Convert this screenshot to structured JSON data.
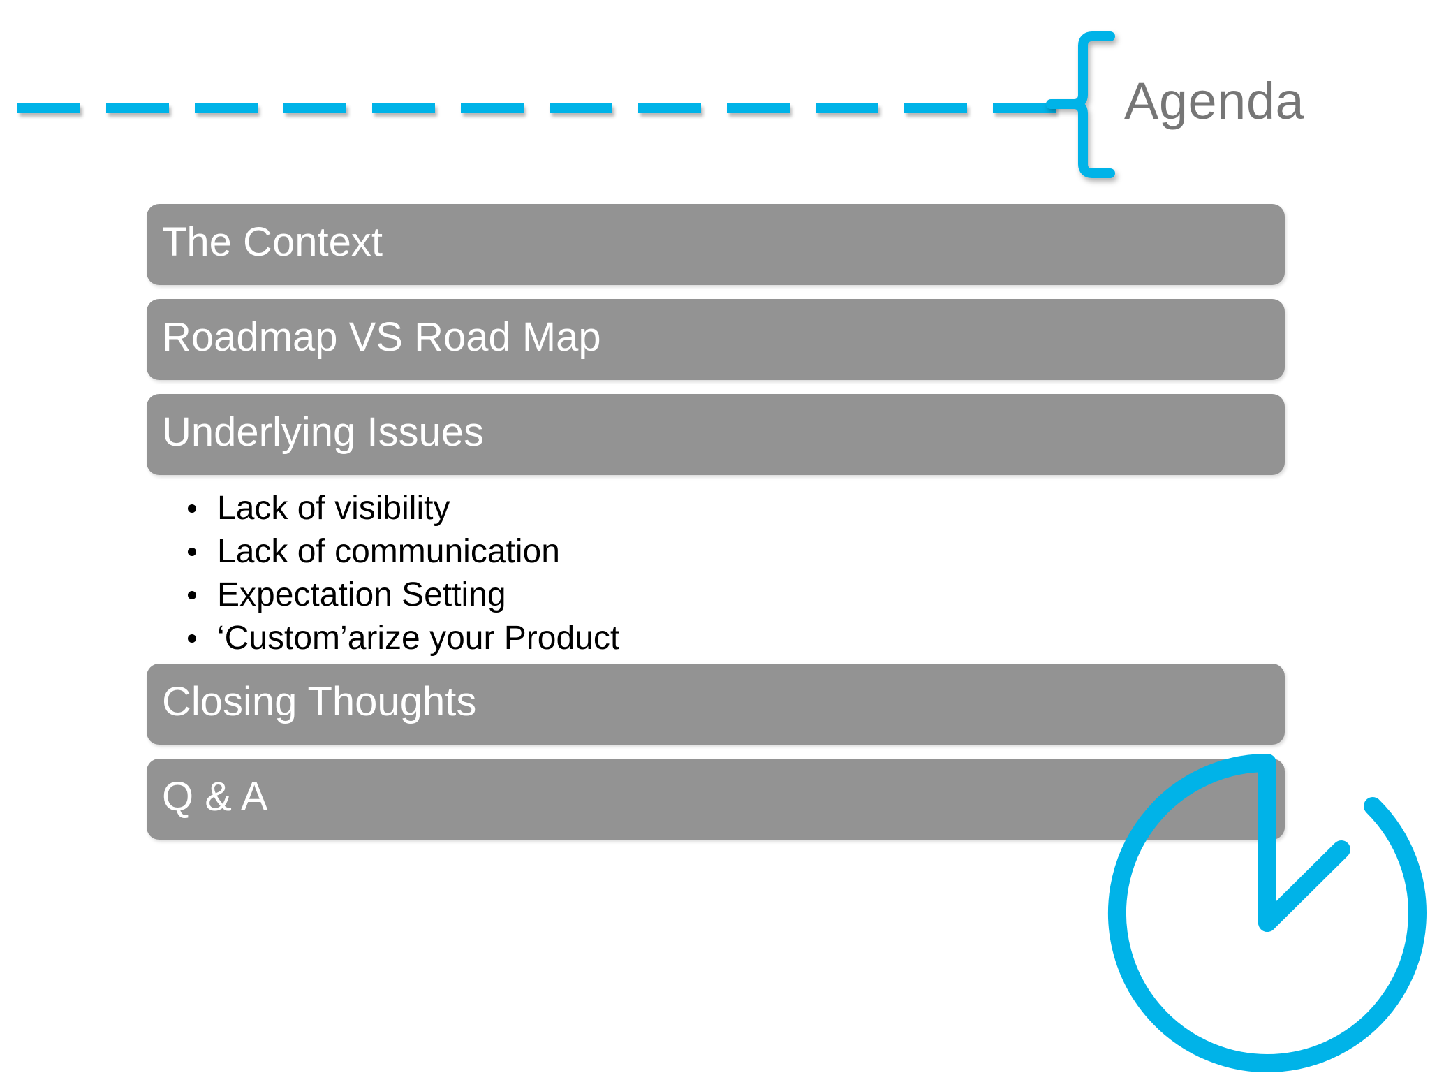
{
  "slide": {
    "title": "Agenda",
    "background_color": "#ffffff"
  },
  "theme": {
    "accent_color": "#00B3E8",
    "bar_color": "#939393",
    "bar_text_color": "#ffffff",
    "title_color": "#767676",
    "bullet_text_color": "#000000"
  },
  "decorations": {
    "dashed_rule": {
      "icon": "dashed-line",
      "color": "#00B3E8",
      "dash_count": 12,
      "dash_width": 90,
      "dash_gap": 37
    },
    "brace": {
      "icon": "curly-brace-icon",
      "color": "#00B3E8"
    },
    "clock": {
      "icon": "clock-icon",
      "color": "#00B3E8"
    }
  },
  "agenda": {
    "items": [
      {
        "label": "The Context",
        "bullets": []
      },
      {
        "label": "Roadmap VS Road Map",
        "bullets": []
      },
      {
        "label": "Underlying Issues",
        "bullets": [
          "Lack of visibility",
          "Lack of communication",
          "Expectation Setting",
          "‘Custom’arize your Product"
        ]
      },
      {
        "label": "Closing Thoughts",
        "bullets": []
      },
      {
        "label": "Q & A",
        "bullets": []
      }
    ]
  }
}
